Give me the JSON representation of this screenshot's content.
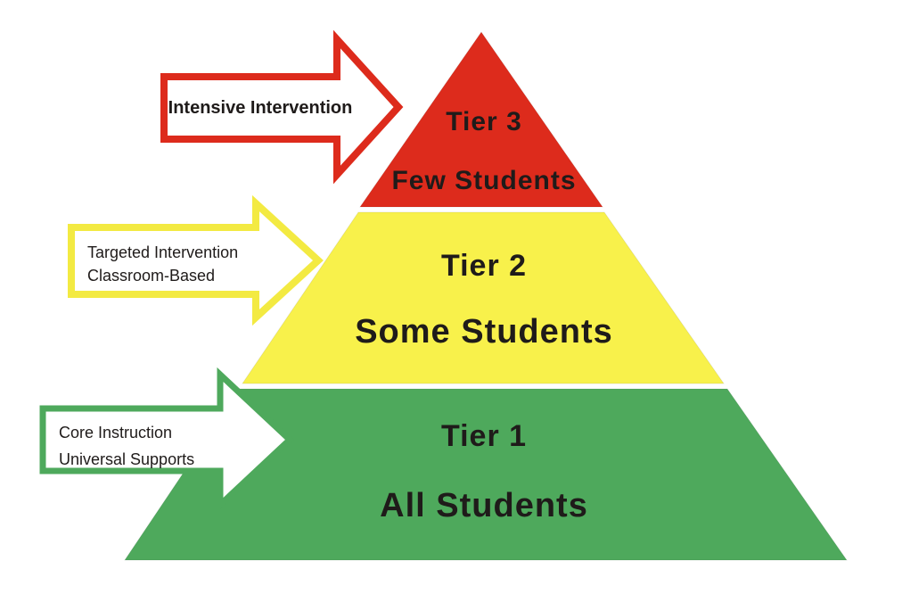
{
  "colors": {
    "background": "#ffffff",
    "text": "#1f1b1a",
    "red": "#dd2b1c",
    "yellow": "#f8f14b",
    "green": "#4ea95c",
    "arrow_fill": "#ffffff"
  },
  "tiers": {
    "tier3": {
      "name": "Tier 3",
      "students": "Few Students",
      "color": "#dd2b1c"
    },
    "tier2": {
      "name": "Tier 2",
      "students": "Some Students",
      "color": "#f8f14b"
    },
    "tier1": {
      "name": "Tier 1",
      "students": "All Students",
      "color": "#4ea95c"
    }
  },
  "arrows": {
    "intensive": {
      "line1": "Intensive Intervention",
      "outline": "#dd2b1c",
      "fill": "#ffffff"
    },
    "targeted": {
      "line1": "Targeted Intervention",
      "line2": "Classroom-Based",
      "outline": "#f3ea42",
      "fill": "#ffffff"
    },
    "core": {
      "line1": "Core Instruction",
      "line2": "Universal Supports",
      "outline": "#4ea95c",
      "fill": "#ffffff"
    }
  }
}
